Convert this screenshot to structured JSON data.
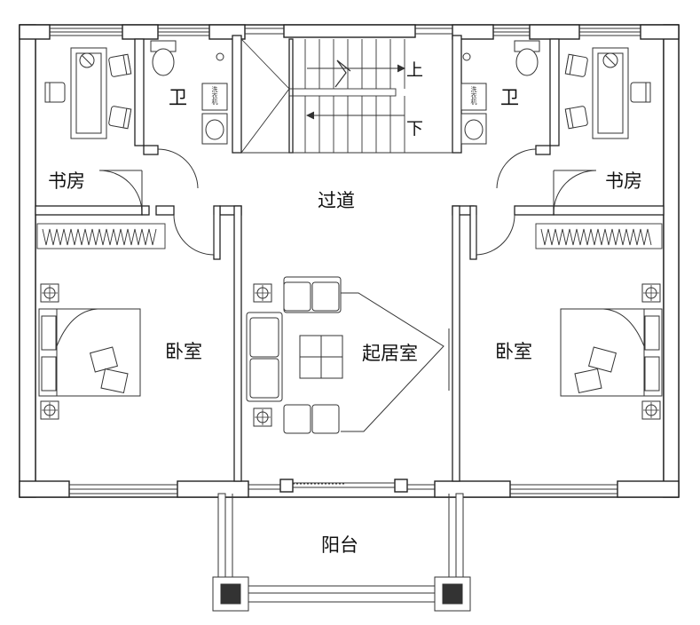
{
  "rooms": {
    "study_left": "书房",
    "study_right": "书房",
    "bath_left": "卫",
    "bath_right": "卫",
    "corridor": "过道",
    "bedroom_left": "卧室",
    "bedroom_right": "卧室",
    "living": "起居室",
    "balcony": "阳台"
  },
  "stairs": {
    "up": "上",
    "down": "下"
  },
  "fixtures": {
    "washer_left": "洗衣机",
    "washer_right": "洗衣机"
  }
}
